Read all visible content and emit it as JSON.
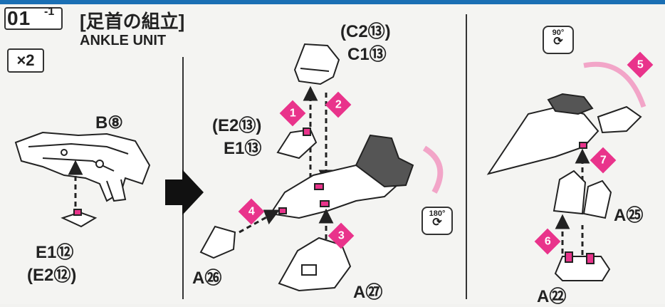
{
  "header": {
    "step_number": "01",
    "step_sub": "-1",
    "title_jp": "[足首の組立]",
    "title_en": "ANKLE UNIT",
    "quantity": "×2"
  },
  "left_panel": {
    "top_part_label": "B⑧",
    "bottom_part_label_1": "E1⑫",
    "bottom_part_label_2": "(E2⑫)"
  },
  "middle_panel": {
    "top_part_label_1": "(C2⑬)",
    "top_part_label_2": "C1⑬",
    "mid_part_label_1": "(E2⑬)",
    "mid_part_label_2": "E1⑬",
    "left_part_label": "A㉖",
    "bottom_part_label": "A㉗",
    "rotation": "180°",
    "steps": [
      "1",
      "2",
      "3",
      "4"
    ]
  },
  "right_panel": {
    "rotation": "90°",
    "part_label_1": "A㉕",
    "part_label_2": "A㉒",
    "steps": [
      "5",
      "6",
      "7"
    ]
  },
  "colors": {
    "accent_pink": "#e9338b",
    "header_blue": "#1a6fb4",
    "part_dark": "#555555",
    "outline": "#222222"
  }
}
